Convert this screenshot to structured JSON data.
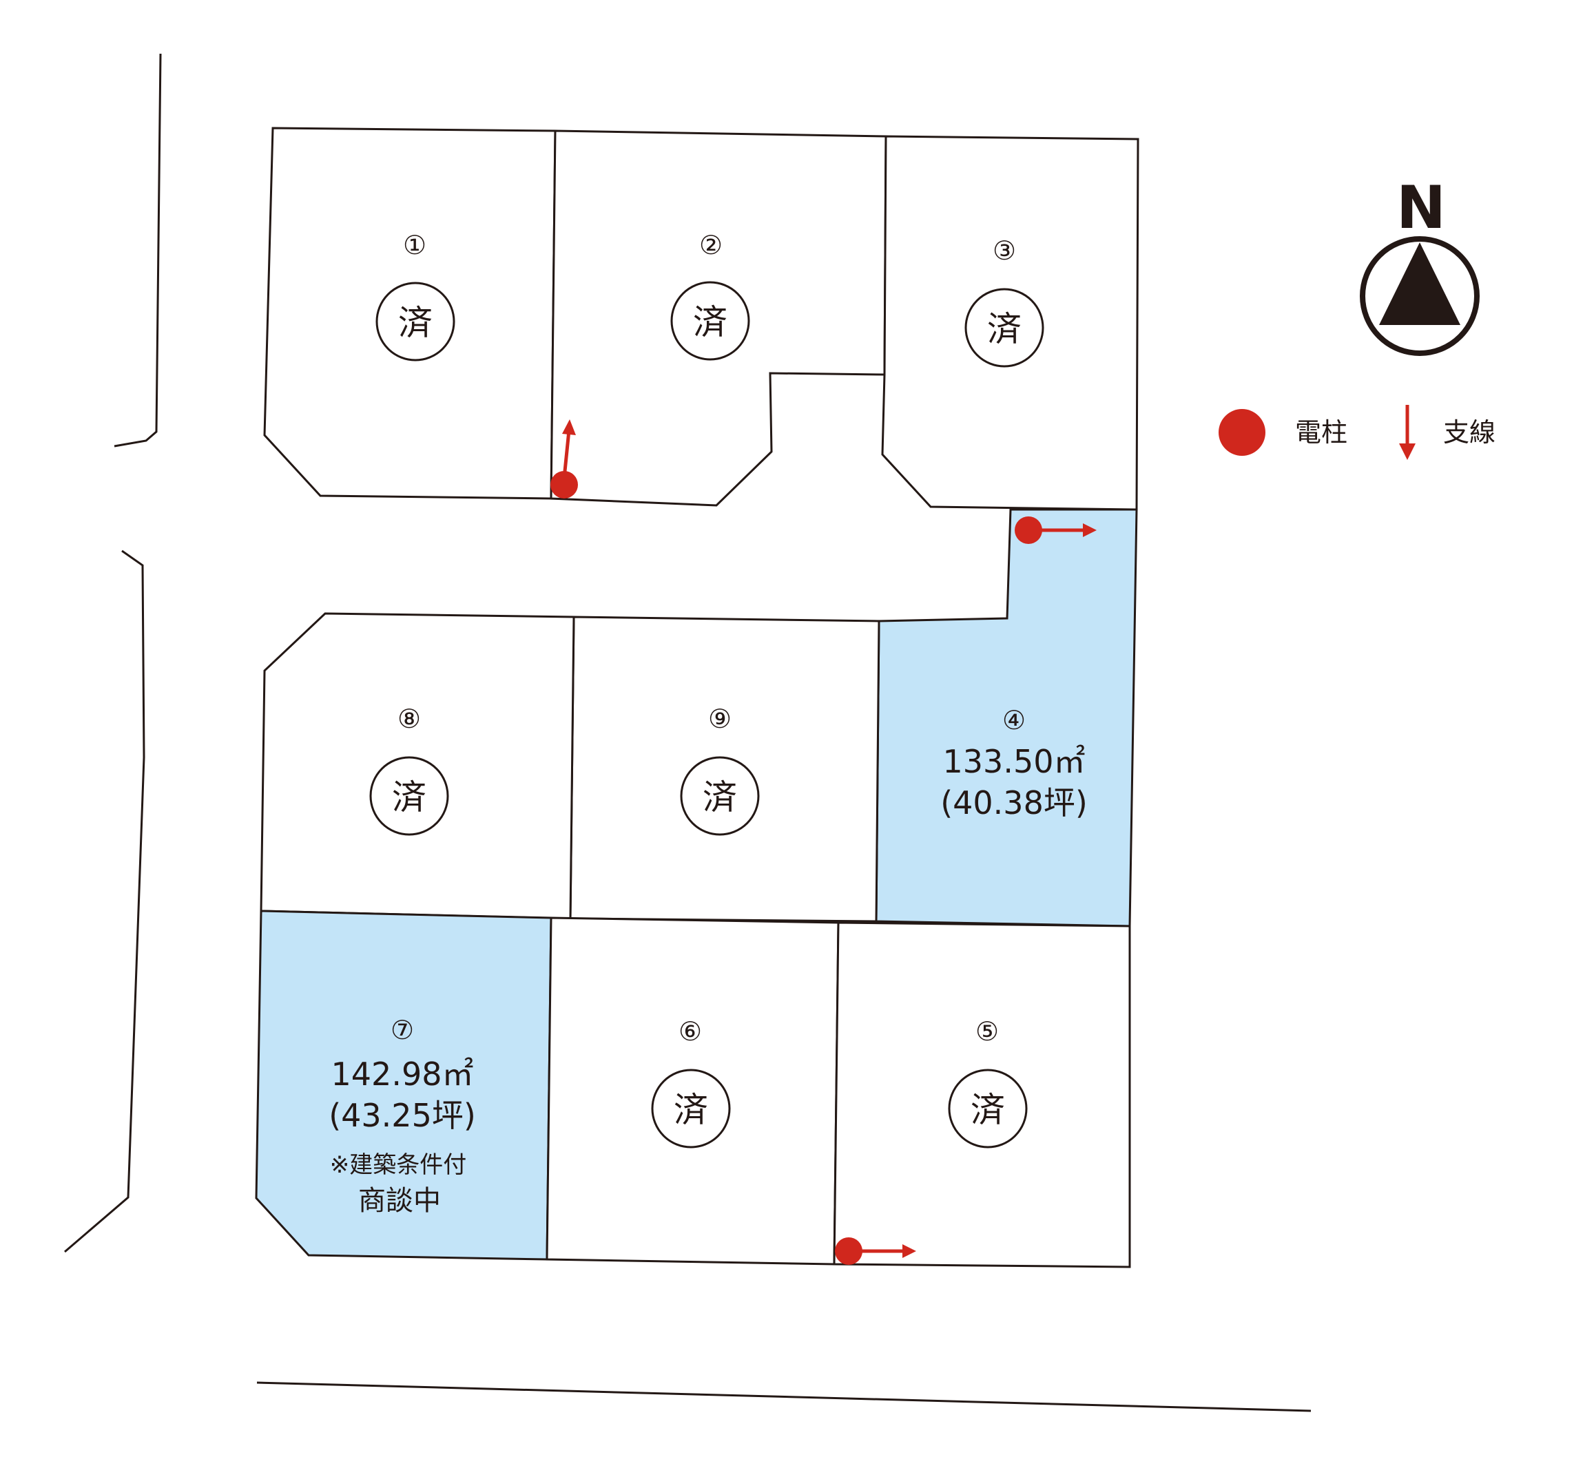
{
  "lots": [
    {
      "id": "1",
      "number": "①",
      "status": "済",
      "available": false
    },
    {
      "id": "2",
      "number": "②",
      "status": "済",
      "available": false
    },
    {
      "id": "3",
      "number": "③",
      "status": "済",
      "available": false
    },
    {
      "id": "4",
      "number": "④",
      "status": "",
      "available": true,
      "area_m2": "133.50㎡",
      "area_tsubo": "(40.38坪)"
    },
    {
      "id": "5",
      "number": "⑤",
      "status": "済",
      "available": false
    },
    {
      "id": "6",
      "number": "⑥",
      "status": "済",
      "available": false
    },
    {
      "id": "7",
      "number": "⑦",
      "status": "",
      "available": true,
      "area_m2": "142.98㎡",
      "area_tsubo": "(43.25坪)",
      "note": "※建築条件付",
      "negotiation": "商談中"
    },
    {
      "id": "8",
      "number": "⑧",
      "status": "済",
      "available": false
    },
    {
      "id": "9",
      "number": "⑨",
      "status": "済",
      "available": false
    }
  ],
  "legend": {
    "pole_label": "電柱",
    "guy_wire_label": "支線"
  },
  "compass": {
    "letter": "N"
  },
  "colors": {
    "available_fill": "#c3e4f8",
    "line": "#231815",
    "pole": "#d0271d"
  }
}
